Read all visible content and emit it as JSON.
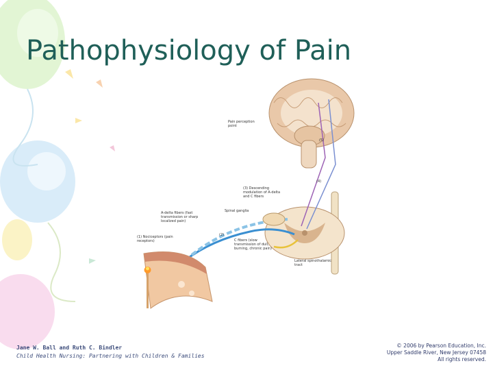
{
  "title": "Pathophysiology of Pain",
  "figure": {
    "labels": {
      "perception_point": "Pain perception point",
      "descending": "(3) Descending modulation of A-delta and C fibers",
      "spinal_ganglia": "Spinal ganglia",
      "a_delta": "A-delta fibers (fast transmission or sharp localized pain)",
      "nociceptors": "(1) Nociceptors (pain receptors)",
      "c_fibers": "C fibers (slow transmission of dull, burning, chronic pain)",
      "lateral_tract": "Lateral spinothalamic tract",
      "step_2": "(2)",
      "step_4": "(4)",
      "step_5": "(5)"
    }
  },
  "footer": {
    "authors": "Jane W. Ball and Ruth C. Bindler",
    "book": "Child Health Nursing: Partnering with Children & Families",
    "copyright": "© 2006 by Pearson Education, Inc.",
    "address": "Upper Saddle River, New Jersey 07458",
    "rights": "All rights reserved."
  },
  "colors": {
    "title": "#1f5f58",
    "footer_text": "#3b4b7a",
    "balloon_green": "#cfeeb8",
    "balloon_blue": "#cfe6f7",
    "balloon_pink": "#f7cde6"
  }
}
